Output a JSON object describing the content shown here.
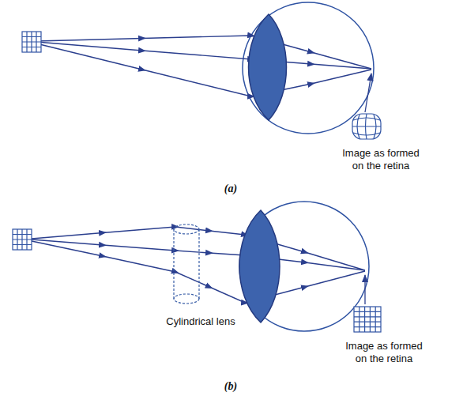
{
  "diagram": {
    "labels": [
      "Image as formed on the retina",
      "(a)",
      "Cylindrical lens",
      "Image as formed on the retina",
      "(b)"
    ]
  }
}
